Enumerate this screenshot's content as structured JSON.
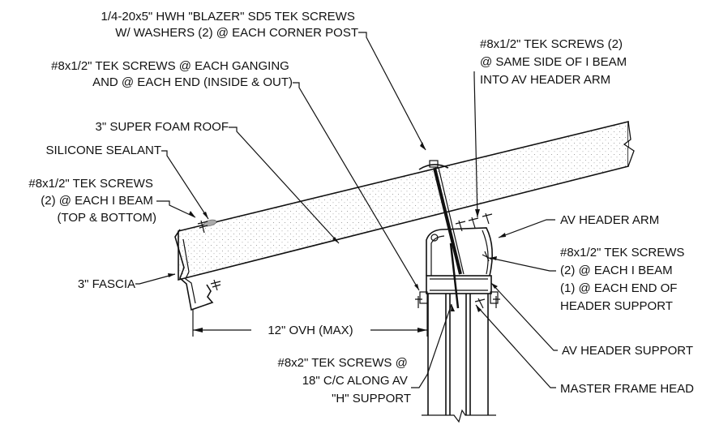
{
  "callouts": {
    "corner_post_screws": [
      "1/4-20x5\" HWH \"BLAZER\" SD5 TEK SCREWS",
      "W/ WASHERS (2) @ EACH CORNER POST"
    ],
    "ganging_screws": [
      "#8x1/2\" TEK SCREWS @ EACH GANGING",
      "AND @ EACH END (INSIDE & OUT)"
    ],
    "foam_roof": [
      "3\" SUPER FOAM ROOF"
    ],
    "silicone": [
      "SILICONE SEALANT"
    ],
    "ibeam_screws": [
      "#8x1/2\" TEK SCREWS",
      "(2) @ EACH I BEAM",
      "(TOP & BOTTOM)"
    ],
    "fascia": [
      "3\" FASCIA"
    ],
    "overhang": [
      "12\" OVH (MAX)"
    ],
    "h_support_screws": [
      "#8x2\" TEK SCREWS @",
      "18\" C/C ALONG AV",
      "\"H\" SUPPORT"
    ],
    "header_arm_screws": [
      "#8x1/2\" TEK SCREWS (2)",
      "@ SAME SIDE OF I BEAM",
      "INTO AV HEADER ARM"
    ],
    "header_arm": [
      "AV HEADER ARM"
    ],
    "header_support_screws": [
      "#8x1/2\" TEK SCREWS",
      "(2) @ EACH I BEAM",
      "(1) @ EACH END OF",
      "HEADER SUPPORT"
    ],
    "header_support": [
      "AV HEADER SUPPORT"
    ],
    "master_frame": [
      "MASTER FRAME HEAD"
    ]
  }
}
